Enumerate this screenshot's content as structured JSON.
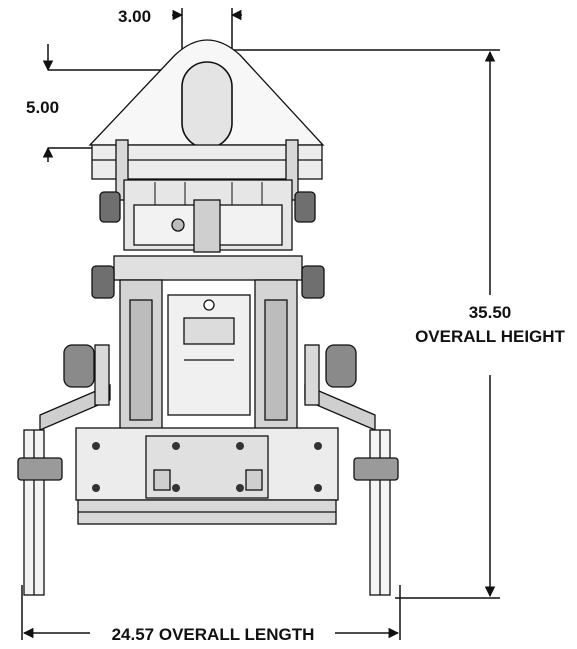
{
  "dimensions": {
    "top_width": "3.00",
    "slot_offset": "5.00",
    "height_value": "35.50",
    "height_label": "OVERALL HEIGHT",
    "length_label": "24.57 OVERALL LENGTH"
  },
  "colors": {
    "line": "#111111",
    "fill_light": "#e9e9e9",
    "fill_mid": "#cfcfcf",
    "fill_dark": "#8a8a8a",
    "background": "#ffffff"
  }
}
